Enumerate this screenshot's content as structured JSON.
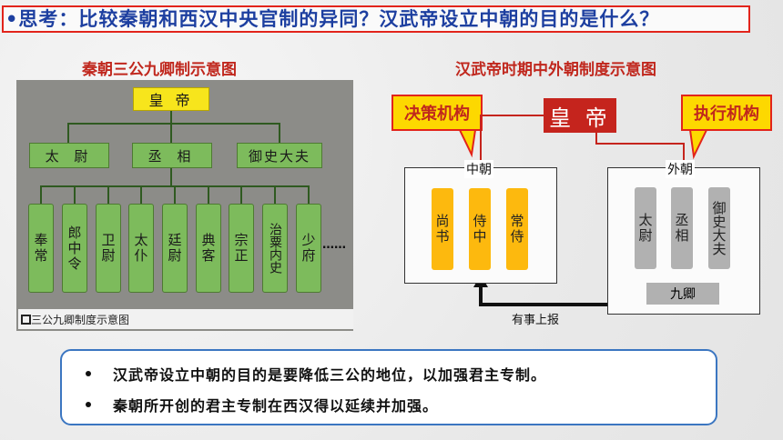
{
  "header": {
    "question": "•思考：比较秦朝和西汉中央官制的异同？汉武帝设立中朝的目的是什么？"
  },
  "left": {
    "title": "秦朝三公九卿制示意图",
    "emperor": "皇 帝",
    "sangong": [
      "太 尉",
      "丞 相",
      "御史大夫"
    ],
    "jiuqing": [
      "奉常",
      "郎中令",
      "卫尉",
      "太仆",
      "廷尉",
      "典客",
      "宗正",
      "治粟内史",
      "少府"
    ],
    "ellipsis": "……",
    "caption": "三公九卿制度示意图"
  },
  "right": {
    "title": "汉武帝时期中外朝制度示意图",
    "decision_label": "决策机构",
    "emperor": "皇 帝",
    "execution_label": "执行机构",
    "inner_court": {
      "label": "中朝",
      "members": [
        "尚书",
        "侍中",
        "常侍"
      ]
    },
    "outer_court": {
      "label": "外朝",
      "members": [
        "太尉",
        "丞相",
        "御史大夫"
      ],
      "jiuqing": "九卿"
    },
    "report": "有事上报"
  },
  "bullets": [
    "汉武帝设立中朝的目的是要降低三公的地位，以加强君主专制。",
    "秦朝所开创的君主专制在西汉得以延续并加强。"
  ],
  "colors": {
    "accent_red": "#e2241b",
    "title_blue": "#1d3fa0",
    "green_box": "#7dbb5c",
    "yellow_box": "#f7e51c",
    "orange_pill": "#fdb90e",
    "gray_pill": "#b1b1b1",
    "emperor_red": "#c5241d",
    "bottom_border": "#3b76c1"
  }
}
